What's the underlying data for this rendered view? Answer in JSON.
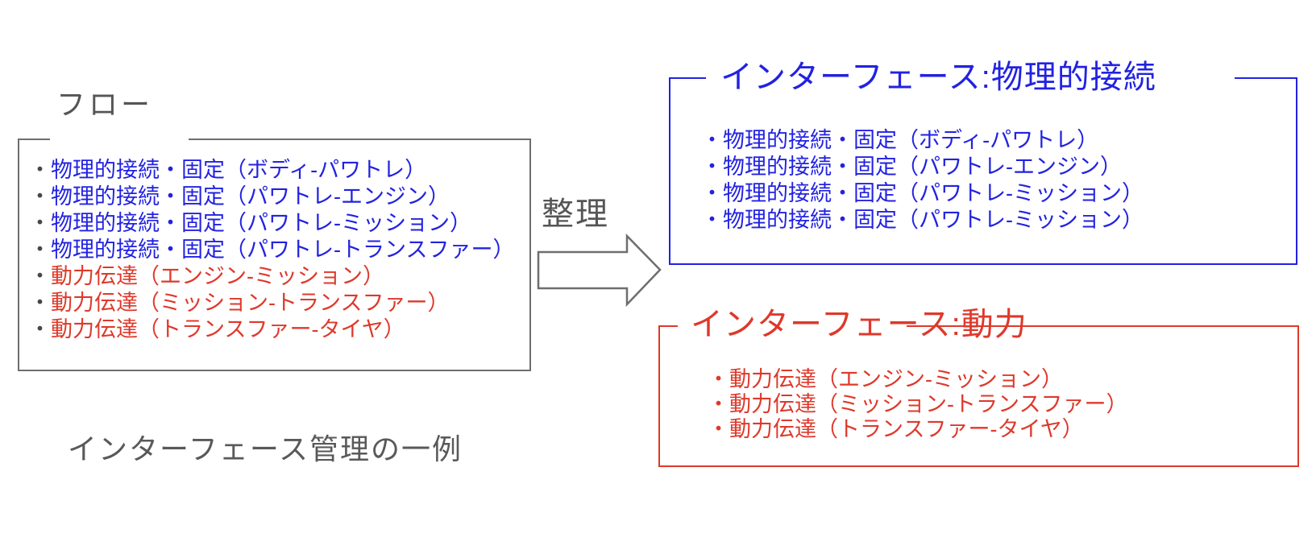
{
  "colors": {
    "blue": "#2222E2",
    "red": "#DE392B",
    "gray": "#6E6E6E",
    "dark": "#555555",
    "caption": "#595959",
    "bullet": "#44474D"
  },
  "bullet_char": "・",
  "flow_box": {
    "title": "フロー",
    "items": [
      {
        "text": "物理的接続・固定（ボディ-パワトレ）",
        "color": "blue"
      },
      {
        "text": "物理的接続・固定（パワトレ-エンジン）",
        "color": "blue"
      },
      {
        "text": "物理的接続・固定（パワトレ-ミッション）",
        "color": "blue"
      },
      {
        "text": "物理的接続・固定（パワトレ-トランスファー）",
        "color": "blue"
      },
      {
        "text": "動力伝達（エンジン-ミッション）",
        "color": "red"
      },
      {
        "text": "動力伝達（ミッション-トランスファー）",
        "color": "red"
      },
      {
        "text": "動力伝達（トランスファー-タイヤ）",
        "color": "red"
      }
    ]
  },
  "arrow": {
    "label": "整理"
  },
  "physical_box": {
    "title": "インターフェース:物理的接続",
    "items": [
      {
        "text": "物理的接続・固定（ボディ-パワトレ）"
      },
      {
        "text": "物理的接続・固定（パワトレ-エンジン）"
      },
      {
        "text": "物理的接続・固定（パワトレ-ミッション）"
      },
      {
        "text": "物理的接続・固定（パワトレ-ミッション）"
      }
    ]
  },
  "power_box": {
    "title": "インターフェース:動力",
    "items": [
      {
        "text": "動力伝達（エンジン-ミッション）"
      },
      {
        "text": "動力伝達（ミッション-トランスファー）"
      },
      {
        "text": "動力伝達（トランスファー-タイヤ）"
      }
    ]
  },
  "caption": "インターフェース管理の一例"
}
